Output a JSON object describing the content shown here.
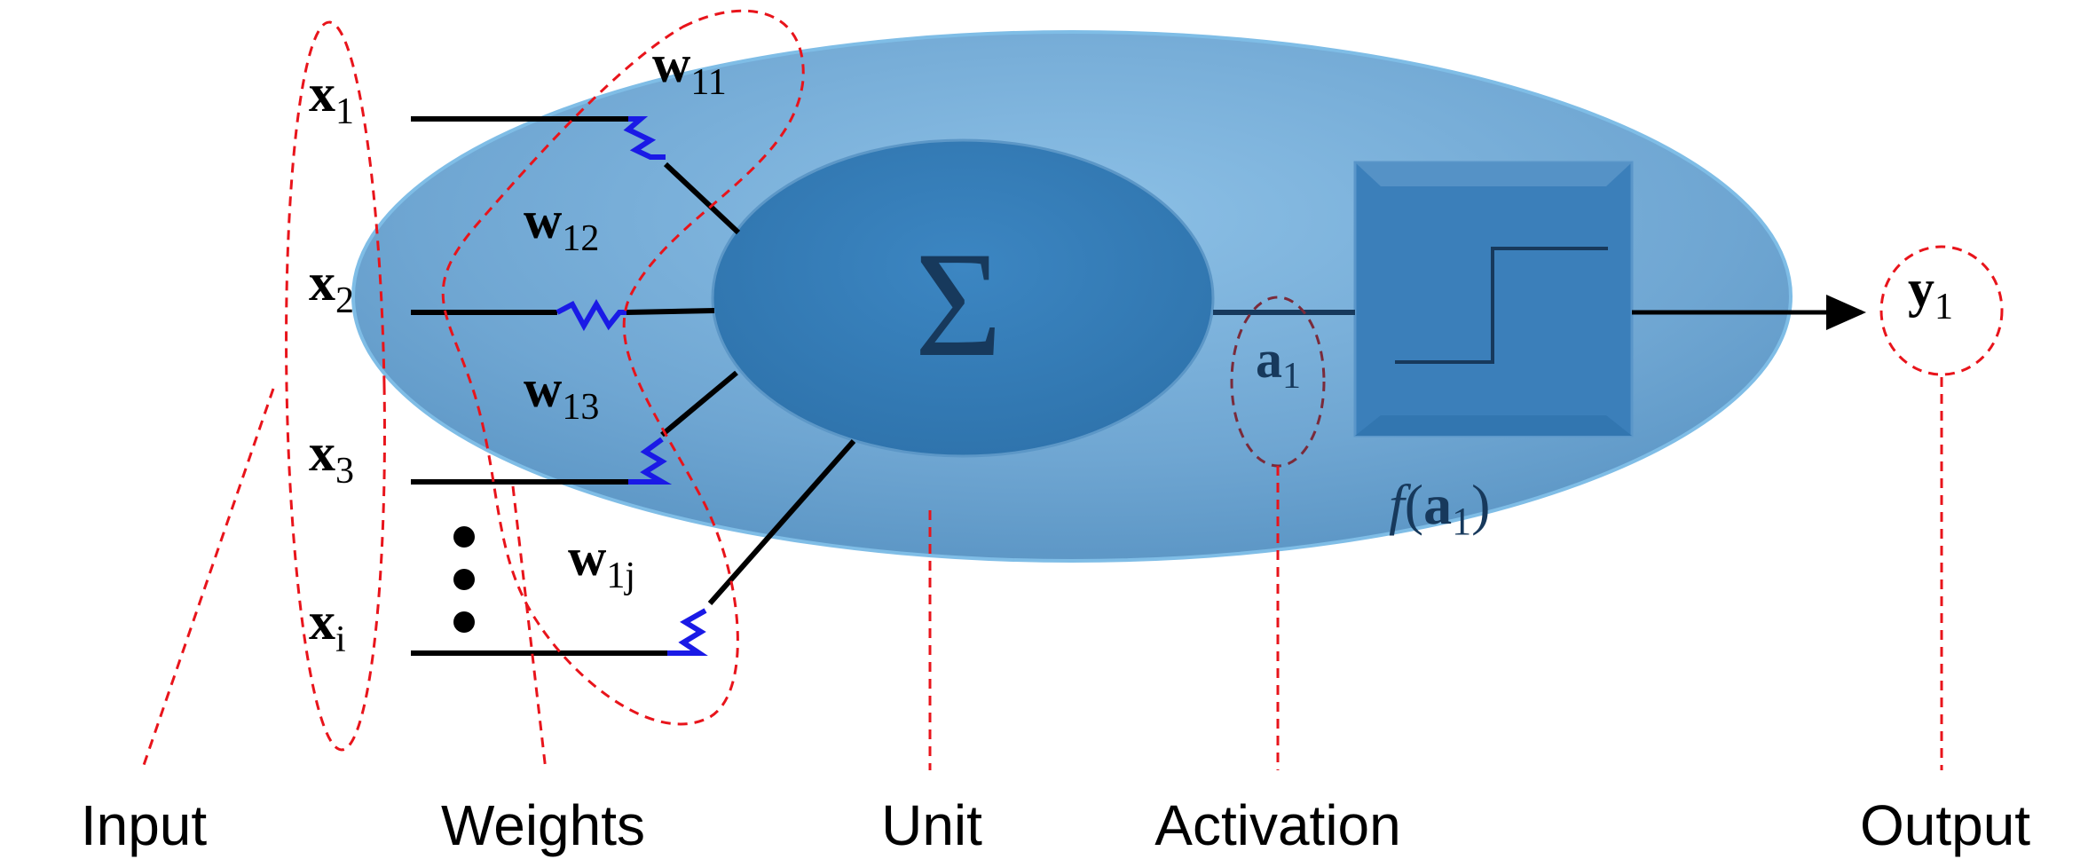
{
  "inputs": [
    {
      "main": "x",
      "sub": "1"
    },
    {
      "main": "x",
      "sub": "2"
    },
    {
      "main": "x",
      "sub": "3"
    },
    {
      "main": "x",
      "sub": "i"
    }
  ],
  "weights": [
    {
      "main": "w",
      "sub": "11"
    },
    {
      "main": "w",
      "sub": "12"
    },
    {
      "main": "w",
      "sub": "13"
    },
    {
      "main": "w",
      "sub": "1j"
    }
  ],
  "unit": {
    "sum_symbol": "Σ",
    "activation_main": "a",
    "activation_sub": "1",
    "function_label": {
      "f": "f",
      "open": "(",
      "main": "a",
      "sub": "1",
      "close": ")"
    }
  },
  "output": {
    "main": "y",
    "sub": "1"
  },
  "captions": {
    "input": "Input",
    "weights": "Weights",
    "unit": "Unit",
    "activation": "Activation",
    "output": "Output"
  },
  "colors": {
    "unit_body": "#6fa6d2",
    "sum_body": "#3880bb",
    "activation_box": "#3b7fba",
    "dark_text": "#17395c",
    "spring": "#1a1ae6",
    "dashed_outline": "#e8141b"
  },
  "icons": {
    "activation_function": "step-function-icon",
    "ellipsis": "vertical-dots-icon"
  }
}
